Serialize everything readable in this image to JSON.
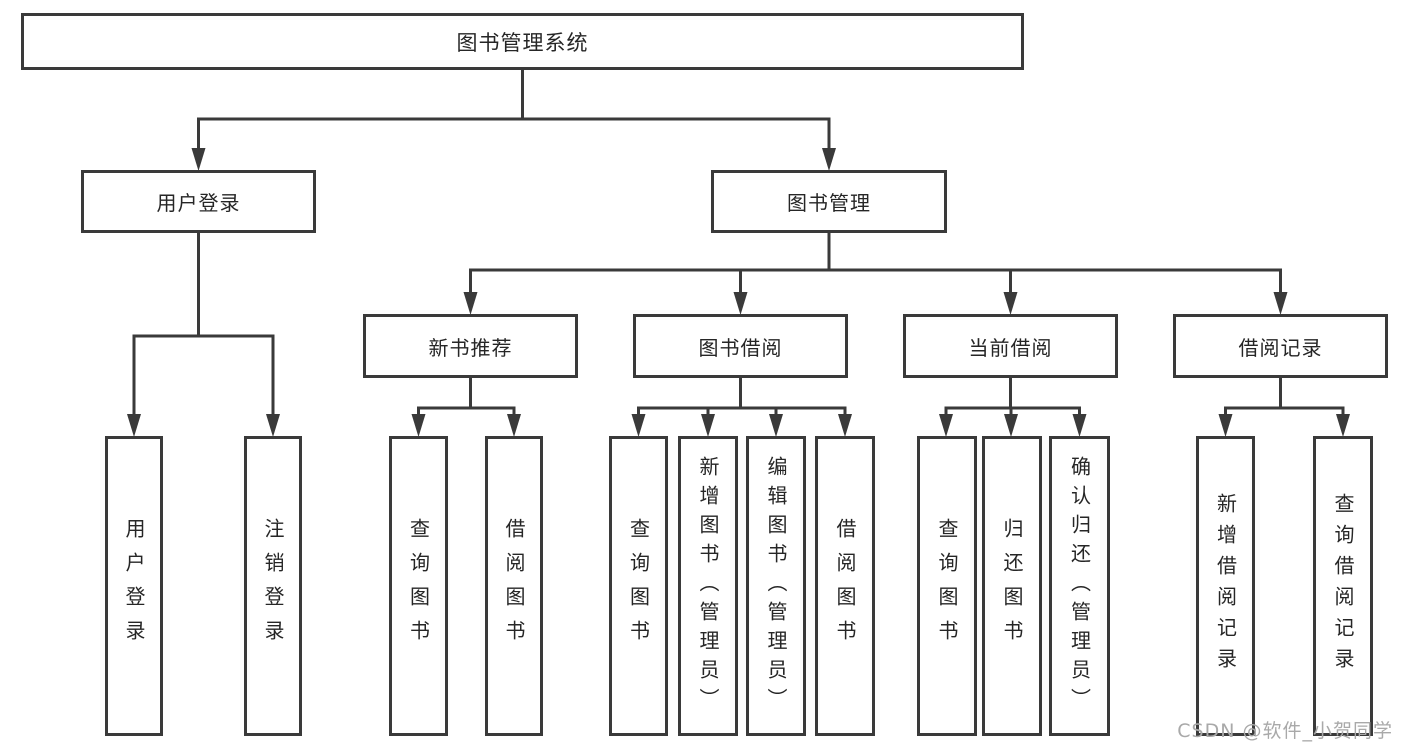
{
  "diagram": {
    "root": {
      "label": "图书管理系统"
    },
    "level2": [
      {
        "label": "用户登录"
      },
      {
        "label": "图书管理"
      }
    ],
    "level3": [
      {
        "label": "新书推荐"
      },
      {
        "label": "图书借阅"
      },
      {
        "label": "当前借阅"
      },
      {
        "label": "借阅记录"
      }
    ],
    "leaves": {
      "user_login": [
        {
          "label": "用户登录"
        },
        {
          "label": "注销登录"
        }
      ],
      "new_book": [
        {
          "label": "查询图书"
        },
        {
          "label": "借阅图书"
        }
      ],
      "book_borrow": [
        {
          "label": "查询图书"
        },
        {
          "label": "新增图书（管理员）"
        },
        {
          "label": "编辑图书（管理员）"
        },
        {
          "label": "借阅图书"
        }
      ],
      "current_borrow": [
        {
          "label": "查询图书"
        },
        {
          "label": "归还图书"
        },
        {
          "label": "确认归还（管理员）"
        }
      ],
      "borrow_record": [
        {
          "label": "新增借阅记录"
        },
        {
          "label": "查询借阅记录"
        }
      ]
    }
  },
  "watermark": {
    "text": "CSDN @软件_小贺同学"
  },
  "colors": {
    "line": "#3a3a3a",
    "text": "#262626",
    "background": "#ffffff",
    "watermark": "#a9a9a9"
  }
}
